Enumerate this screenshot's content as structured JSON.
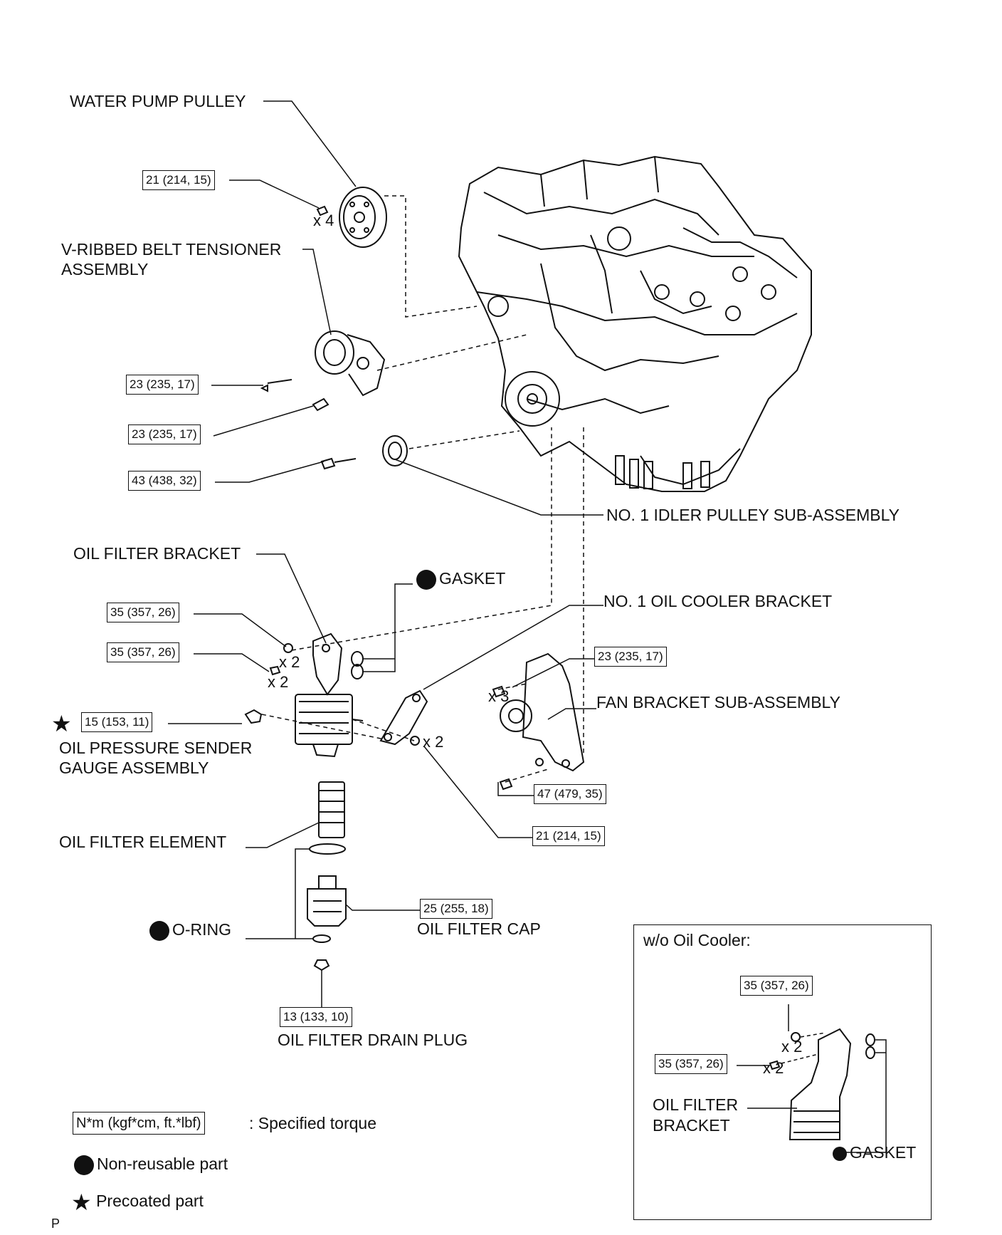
{
  "labels": {
    "water_pump_pulley": "WATER PUMP PULLEY",
    "v_ribbed_line1": "V-RIBBED BELT TENSIONER",
    "v_ribbed_line2": "ASSEMBLY",
    "idler_pulley": "NO. 1 IDLER PULLEY SUB-ASSEMBLY",
    "oil_filter_bracket": "OIL FILTER BRACKET",
    "gasket": "GASKET",
    "oil_cooler_bracket": "NO. 1 OIL COOLER BRACKET",
    "fan_bracket": "FAN BRACKET SUB-ASSEMBLY",
    "oil_pressure_line1": "OIL PRESSURE SENDER",
    "oil_pressure_line2": "GAUGE ASSEMBLY",
    "oil_filter_element": "OIL FILTER ELEMENT",
    "oil_filter_cap": "OIL FILTER CAP",
    "o_ring": "O-RING",
    "drain_plug": "OIL FILTER DRAIN PLUG"
  },
  "torques": {
    "water_pump_pulley": "21 (214, 15)",
    "tensioner_1": "23 (235, 17)",
    "tensioner_2": "23 (235, 17)",
    "idler": "43 (438, 32)",
    "bracket_1": "35 (357, 26)",
    "bracket_2": "35 (357, 26)",
    "sender": "15 (153, 11)",
    "fan_bracket_top": "23 (235, 17)",
    "fan_bracket_bottom": "47 (479, 35)",
    "cooler_bracket_nut": "21 (214, 15)",
    "filter_cap": "25 (255, 18)",
    "drain_plug": "13 (133, 10)"
  },
  "quantities": {
    "pulley_bolts": "x 4",
    "bracket_1": "x 2",
    "bracket_2": "x 2",
    "cooler_nut": "x 2",
    "fan_bracket_bolt": "x 3",
    "inset_1": "x 2",
    "inset_2": "x 2"
  },
  "inset": {
    "title": "w/o Oil Cooler:",
    "torque_1": "35 (357, 26)",
    "torque_2": "35 (357, 26)",
    "bracket_line1": "OIL FILTER",
    "bracket_line2": "BRACKET",
    "gasket": "GASKET"
  },
  "legend": {
    "torque_box": "N*m (kgf*cm, ft.*lbf)",
    "torque_desc": ": Specified torque",
    "non_reusable": "Non-reusable part",
    "precoated": "Precoated part"
  },
  "footer": "P",
  "colors": {
    "ink": "#111111",
    "background": "#ffffff"
  }
}
